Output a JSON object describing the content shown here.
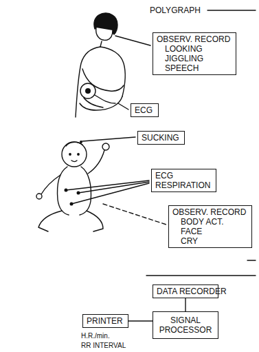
{
  "diagram": {
    "nodes": [
      {
        "text": [
          "OBSERV. RECORD",
          "LOOKING",
          "JIGGLING",
          "SPEECH"
        ]
      },
      {
        "text": [
          "ECG"
        ]
      },
      {
        "text": [
          "SUCKING"
        ]
      },
      {
        "text": [
          "ECG",
          "RESPIRATION"
        ]
      },
      {
        "text": [
          "OBSERV. RECORD",
          "BODY ACT.",
          "FACE",
          "CRY"
        ]
      },
      {
        "text": [
          "DATA RECORDER"
        ]
      },
      {
        "text": [
          "PRINTER"
        ]
      },
      {
        "text": [
          "SIGNAL PROCESSOR"
        ]
      }
    ],
    "edges": [
      {
        "from": 5,
        "to": 7,
        "arrow": "none"
      },
      {
        "from": 6,
        "to": 7,
        "arrow": "none"
      }
    ],
    "labels": [
      "POLYGRAPH",
      "H.R./min.",
      "RR INTERVAL"
    ]
  }
}
